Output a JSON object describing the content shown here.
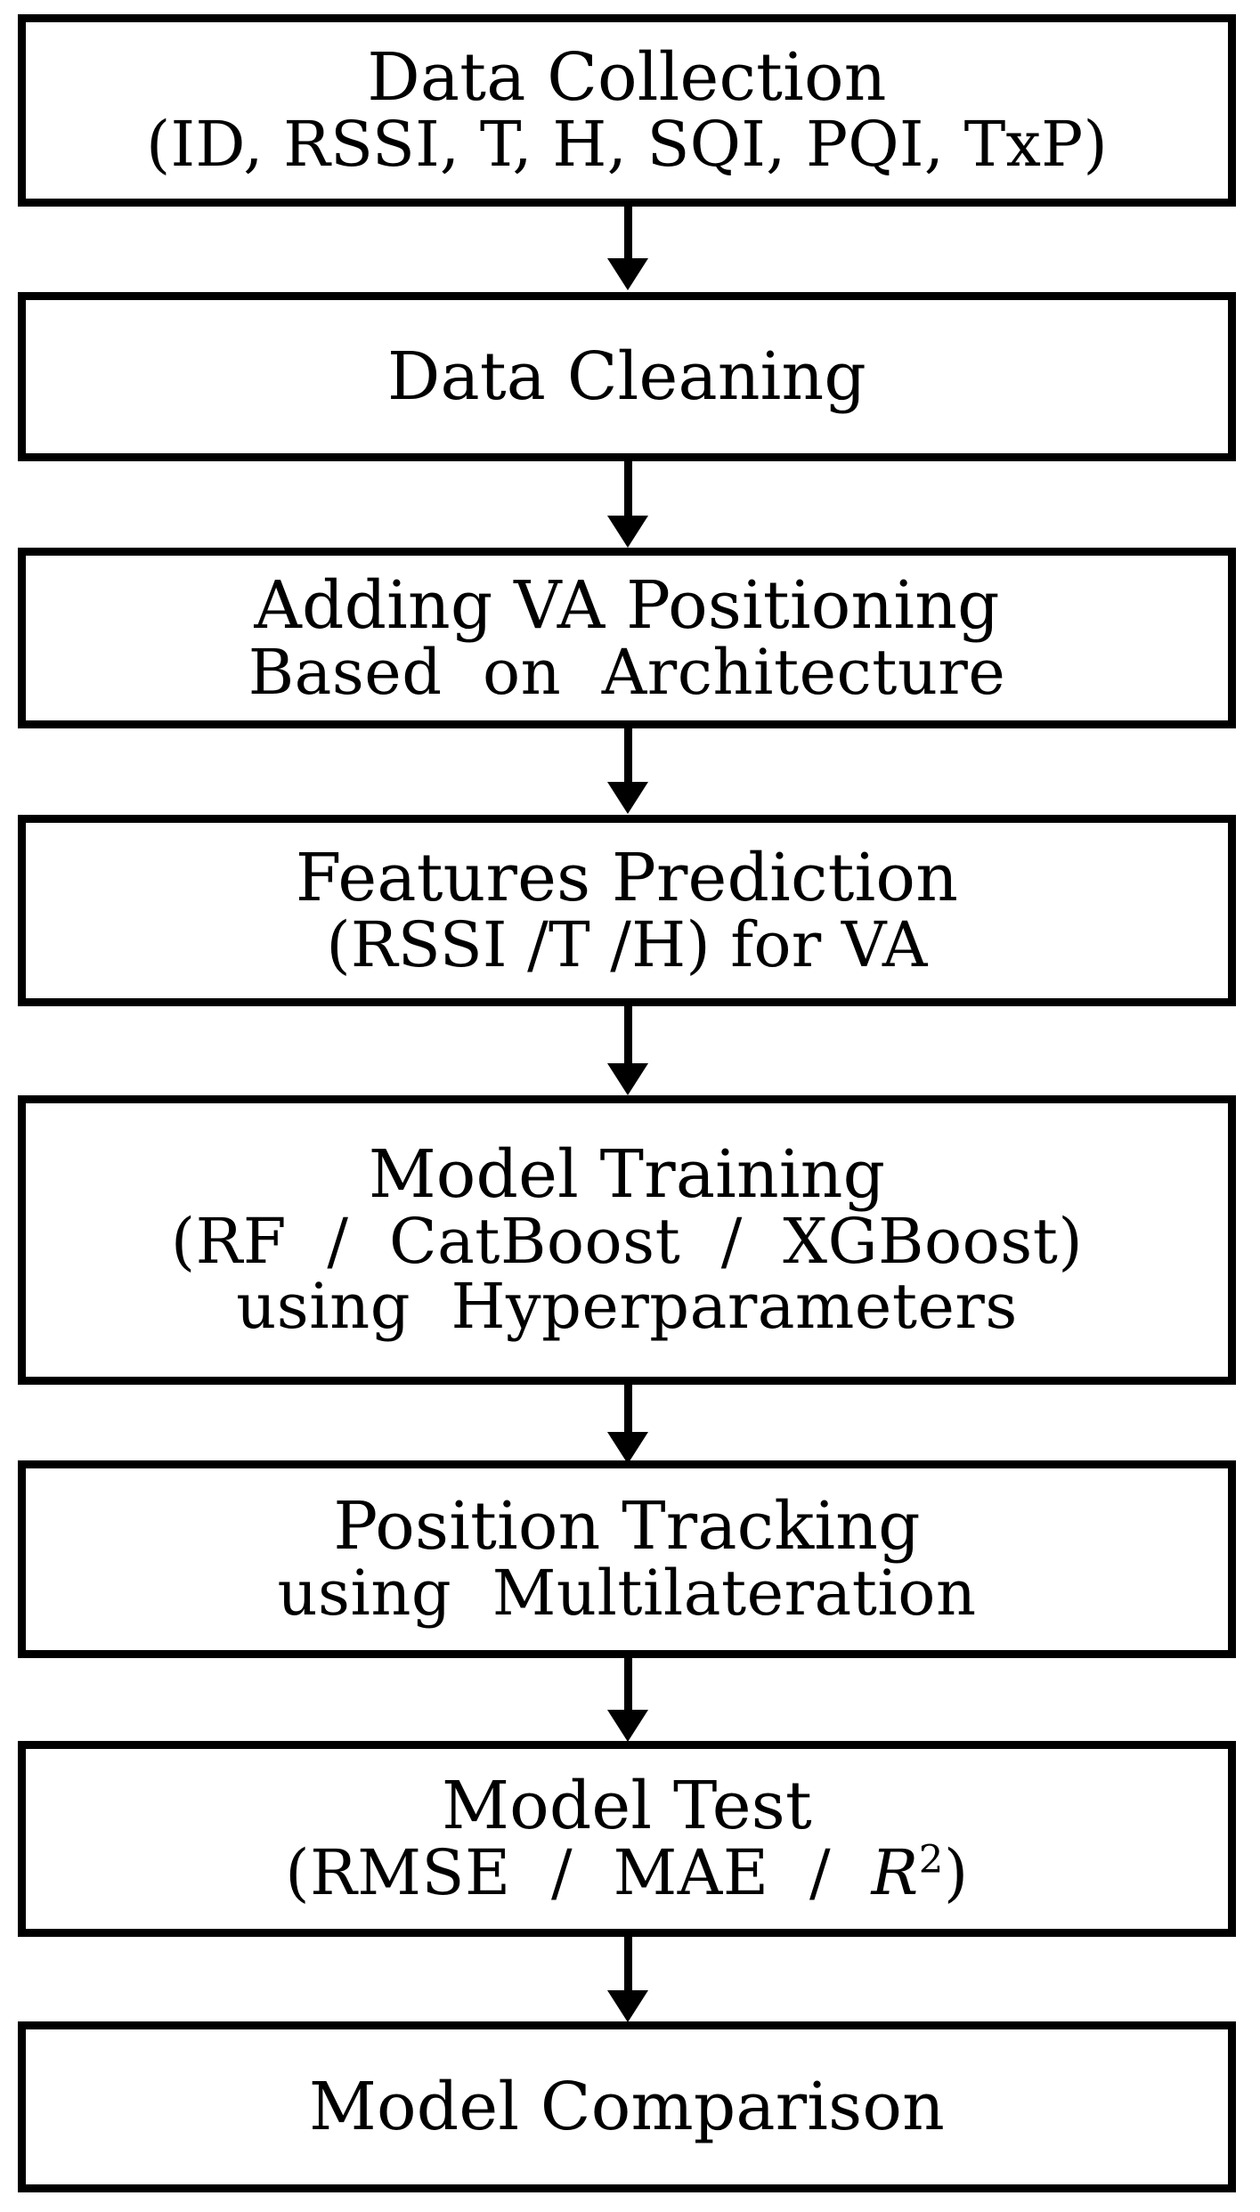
{
  "diagram": {
    "title": "Machine Learning Positioning Pipeline Flowchart",
    "orientation": "top-to-bottom",
    "shape": "rectangle",
    "border_color": "#000000",
    "background_color": "#FFFFFF",
    "text_color": "#000000",
    "connector": "down-arrow",
    "nodes": [
      {
        "id": "data-collection",
        "lines": [
          "Data Collection",
          "(ID, RSSI, T, H, SQI, PQI, TxP)"
        ]
      },
      {
        "id": "data-cleaning",
        "lines": [
          "Data Cleaning"
        ]
      },
      {
        "id": "adding-va-positioning",
        "lines": [
          "Adding VA Positioning",
          "Based  on  Architecture"
        ]
      },
      {
        "id": "features-prediction",
        "lines": [
          "Features Prediction",
          "(RSSI /T /H) for VA"
        ]
      },
      {
        "id": "model-training",
        "lines": [
          "Model Training",
          "(RF  /  CatBoost  /  XGBoost)",
          "using  Hyperparameters"
        ]
      },
      {
        "id": "position-tracking",
        "lines": [
          "Position Tracking",
          "using  Multilateration"
        ]
      },
      {
        "id": "model-test",
        "lines": [
          "Model Test",
          "(RMSE  /  MAE  /  R2)"
        ],
        "line2_parts": {
          "prefix": "(RMSE  /  MAE  /  ",
          "italic_symbol": "R",
          "superscript": "2",
          "suffix": ")"
        }
      },
      {
        "id": "model-comparison",
        "lines": [
          "Model Comparison"
        ]
      }
    ],
    "edges": [
      {
        "from": "data-collection",
        "to": "data-cleaning",
        "label": ""
      },
      {
        "from": "data-cleaning",
        "to": "adding-va-positioning",
        "label": ""
      },
      {
        "from": "adding-va-positioning",
        "to": "features-prediction",
        "label": ""
      },
      {
        "from": "features-prediction",
        "to": "model-training",
        "label": ""
      },
      {
        "from": "model-training",
        "to": "position-tracking",
        "label": ""
      },
      {
        "from": "position-tracking",
        "to": "model-test",
        "label": ""
      },
      {
        "from": "model-test",
        "to": "model-comparison",
        "label": ""
      }
    ]
  }
}
